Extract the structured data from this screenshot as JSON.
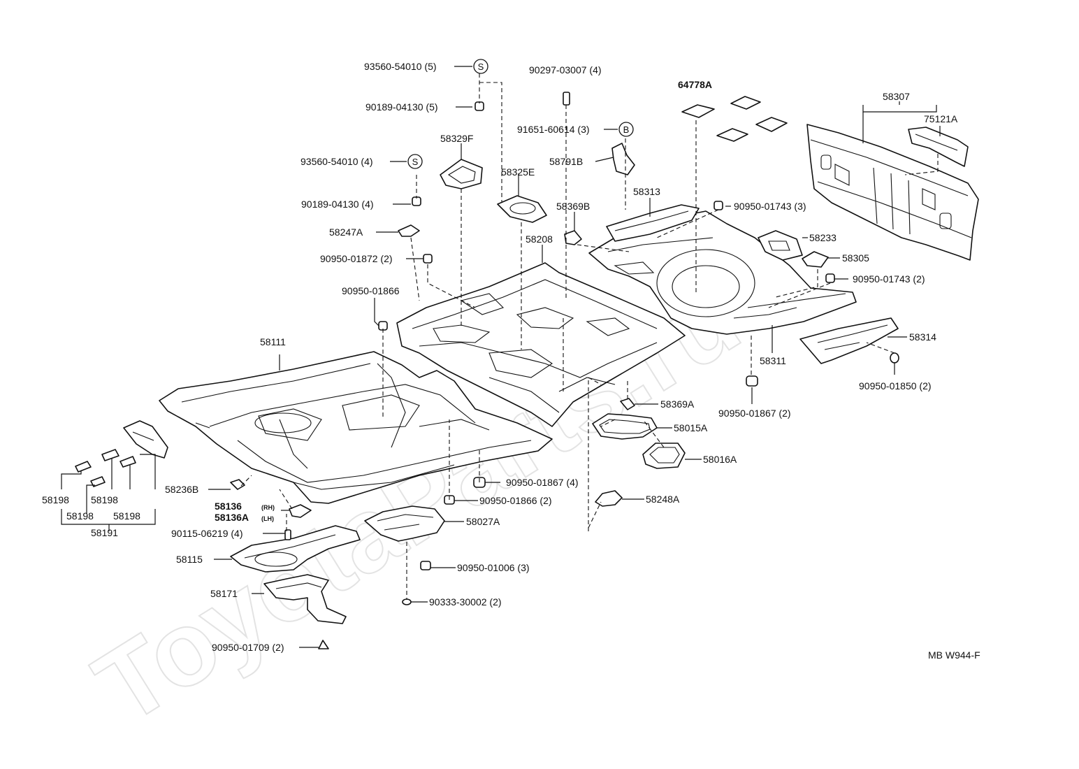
{
  "watermark": "ToyotaParts.ru",
  "diagram_code": "MB W944-F",
  "labels": {
    "p93560_54010_5": "93560-54010 (5)",
    "p90189_04130_5": "90189-04130 (5)",
    "p93560_54010_4": "93560-54010 (4)",
    "p90189_04130_4": "90189-04130 (4)",
    "p58329F": "58329F",
    "p58325E": "58325E",
    "p90297_03007": "90297-03007 (4)",
    "p91651_60614": "91651-60614 (3)",
    "p58791B": "58791B",
    "p64778A": "64778A",
    "p58307": "58307",
    "p75121A": "75121A",
    "p58247A": "58247A",
    "p90950_01872": "90950-01872 (2)",
    "p90950_01866": "90950-01866",
    "p58208": "58208",
    "p58369B": "58369B",
    "p58313": "58313",
    "p90950_01743_3": "90950-01743 (3)",
    "p58233": "58233",
    "p58305": "58305",
    "p90950_01743_2": "90950-01743 (2)",
    "p58314": "58314",
    "p58311": "58311",
    "p90950_01850": "90950-01850 (2)",
    "p90950_01867_2": "90950-01867 (2)",
    "p58111": "58111",
    "p58369A": "58369A",
    "p58015A": "58015A",
    "p58016A": "58016A",
    "p58198_a": "58198",
    "p58198_b": "58198",
    "p58198_c": "58198",
    "p58198_d": "58198",
    "p58191": "58191",
    "p58236B": "58236B",
    "p58136": "58136",
    "p58136A": "58136A",
    "rh": "(RH)",
    "lh": "(LH)",
    "p90115_06219": "90115-06219 (4)",
    "p90950_01867_4": "90950-01867 (4)",
    "p90950_01866_2": "90950-01866 (2)",
    "p58248A": "58248A",
    "p58027A": "58027A",
    "p58115": "58115",
    "p90950_01006": "90950-01006 (3)",
    "p58171": "58171",
    "p90333_30002": "90333-30002 (2)",
    "p90950_01709": "90950-01709 (2)",
    "circle_s1": "S",
    "circle_s2": "S",
    "circle_b": "B"
  }
}
